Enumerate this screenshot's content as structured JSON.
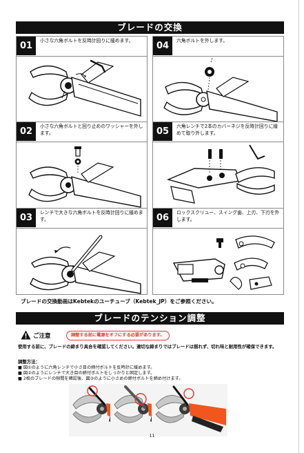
{
  "title_blade_change": "ブレードの交換",
  "steps": [
    {
      "num": "01",
      "text": "小さな六角ボルトを反時計回りに緩めます。"
    },
    {
      "num": "02",
      "text": "小さな六角ボルトと回り止めのワッシャーを外します。"
    },
    {
      "num": "03",
      "text": "レンチで大きな六角ボルトを反時計回りに緩めます。"
    },
    {
      "num": "04",
      "text": "六角ボルトを外します。"
    },
    {
      "num": "05",
      "text": "六角レンチで2本のカバーネジを反時計回りに緩めて取り外します。"
    },
    {
      "num": "06",
      "text": "ロックスクリュー、スイング歯、上刃、下刃を外します。"
    }
  ],
  "video_note": "ブレードの交換動画はKebtekのユーチューブ（Kebtek_JP）をご参照ください。",
  "title_tension": "ブレードのテンション調整",
  "caution": {
    "label": "ご注意",
    "box": "調整する前に電源をオフにする必要があります。"
  },
  "intro": "使用する前に、ブレードの締まり具合を確認してください。適切な締まりではブレードは揺れず、切れ味と耐用性が確保できます。",
  "method_title": "調整方法：",
  "method_items": [
    "■ 図①のように六角レンチで小さ目の締付ボルトを反時計に緩めます。",
    "■ 図②のようにレンチで大き目の締付ボルトをしっかりと固定します。",
    "■ 2枚のブレードの隙間を確認後、図③のように小さめの締付ボルトを締め付けます。"
  ],
  "page_number": "11",
  "colors": {
    "accent_red": "#e8342c",
    "orange": "#f0561e",
    "black": "#111111"
  }
}
